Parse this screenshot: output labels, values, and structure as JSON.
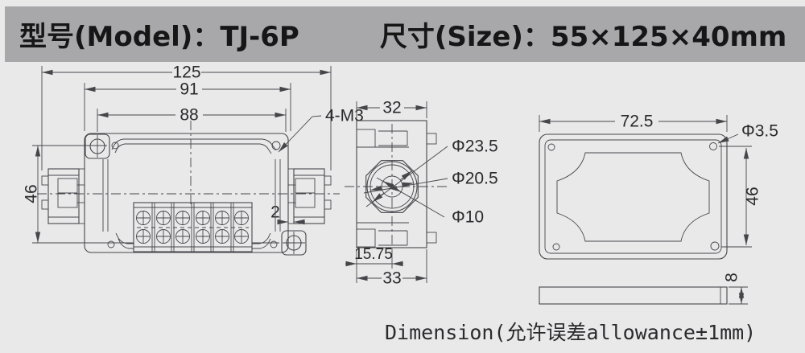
{
  "header": {
    "model_label": "型号(Model)：TJ-6P",
    "size_label": "尺寸(Size)：55×125×40mm"
  },
  "footer": {
    "note": "Dimension(允许误差allowance±1mm)"
  },
  "colors": {
    "background": "#e9e9ea",
    "header_bar": "#a8a8aa",
    "line": "#46464a",
    "text": "#2a2a2c"
  },
  "views": {
    "front": {
      "overall_width": "125",
      "mount_span": "91",
      "mount_span_inner": "88",
      "height": "46",
      "thread": "4-M3",
      "gasket": "2"
    },
    "side": {
      "width": "32",
      "gland_outer": "Φ23.5",
      "gland_middle": "Φ20.5",
      "gland_inner": "Φ10",
      "gland_offset": "15.75",
      "depth": "33"
    },
    "top": {
      "width": "72.5",
      "hole": "Φ3.5",
      "height": "46",
      "plate": "8"
    }
  }
}
